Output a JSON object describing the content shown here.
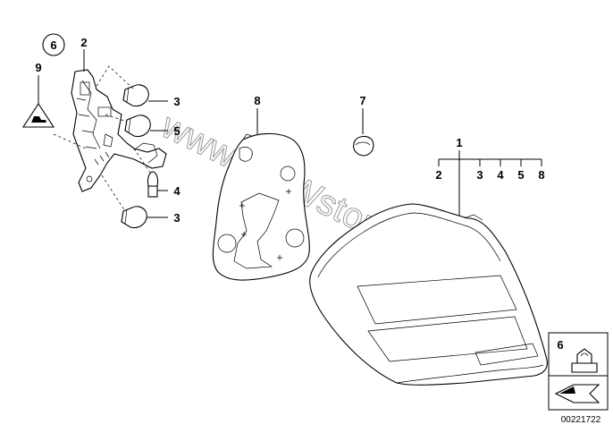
{
  "callouts": {
    "c1": "1",
    "c2": "2",
    "c3a": "3",
    "c3b": "3",
    "c4": "4",
    "c5": "5",
    "c6": "6",
    "c7": "7",
    "c8": "8",
    "c9": "9",
    "sub2": "2",
    "sub3": "3",
    "sub4": "4",
    "sub5": "5",
    "sub8": "8",
    "c6box": "6"
  },
  "watermark": "www.BMWstore.pl",
  "part_number": "00221722",
  "colors": {
    "ink": "#000000",
    "watermark": "#555555",
    "background": "#ffffff"
  }
}
